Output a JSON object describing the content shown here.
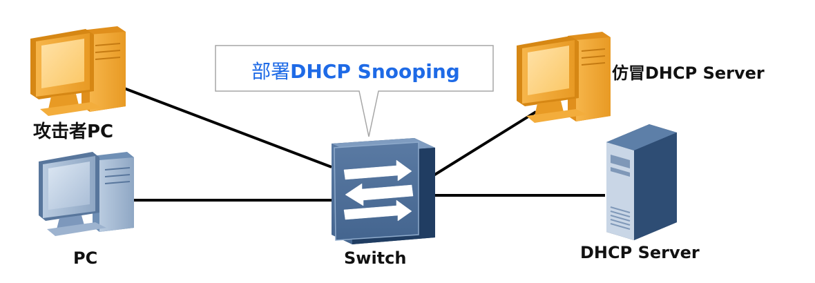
{
  "callout": {
    "prefix": "部署",
    "main": "DHCP Snooping",
    "text_color": "#1e6ae6"
  },
  "nodes": {
    "attacker_pc": {
      "label": "攻击者PC",
      "icon": "desktop-computer-icon",
      "color": "#f0a030"
    },
    "pc": {
      "label": "PC",
      "icon": "desktop-computer-icon",
      "color": "#6f8fb5"
    },
    "switch": {
      "label": "Switch",
      "icon": "switch-icon",
      "color": "#3e5f87"
    },
    "fake_server": {
      "label": "仿冒DHCP Server",
      "icon": "desktop-computer-icon",
      "color": "#f0a030"
    },
    "dhcp_server": {
      "label": "DHCP Server",
      "icon": "tower-server-icon",
      "color": "#2e4d74"
    }
  },
  "colors": {
    "link": "#000000",
    "callout_border": "#a6a6a6"
  }
}
